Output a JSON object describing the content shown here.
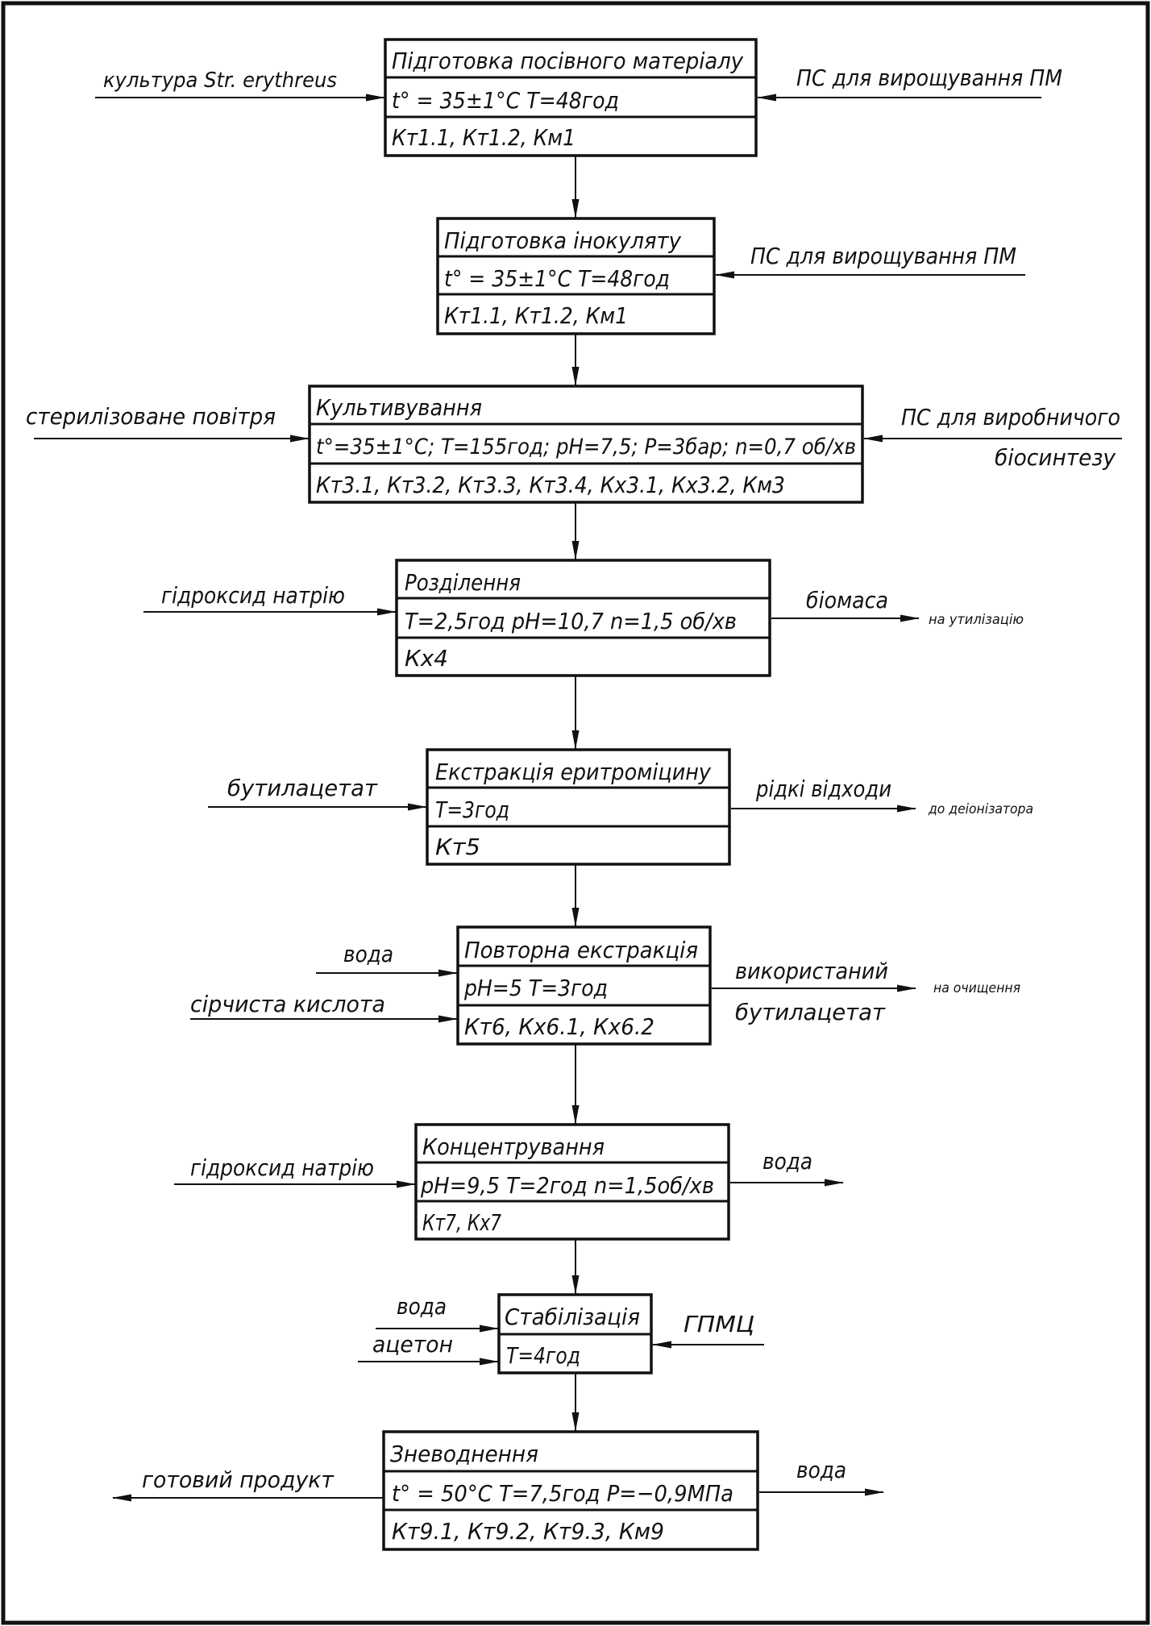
{
  "steps": [
    {
      "id": "s1",
      "title": "Підготовка посівного матеріалу",
      "params": "t° = 35±1°C   T=48год",
      "controls": "Кт1.1, Кт1.2, Км1"
    },
    {
      "id": "s2",
      "title": "Підготовка інокуляту",
      "params": "t° = 35±1°C   T=48год",
      "controls": "Кт1.1, Кт1.2, Км1"
    },
    {
      "id": "s3",
      "title": "Культивування",
      "params": "t°=35±1°C;  T=155год; pH=7,5;  P=3бар;  n=0,7 об/хв",
      "controls": "Кт3.1, Кт3.2, Кт3.3, Кт3.4, Кх3.1, Кх3.2, Км3"
    },
    {
      "id": "s4",
      "title": "Розділення",
      "params": "T=2,5год  pH=10,7   n=1,5 об/хв",
      "controls": "Кх4"
    },
    {
      "id": "s5",
      "title": "Екстракція еритроміцину",
      "params": "T=3год",
      "controls": "Кт5"
    },
    {
      "id": "s6",
      "title": "Повторна екстракція",
      "params": "pH=5   T=3год",
      "controls": "Кт6, Кх6.1, Кх6.2"
    },
    {
      "id": "s7",
      "title": "Концентрування",
      "params": "pH=9,5   T=2год   n=1,5об/хв",
      "controls": "Кт7, Кх7"
    },
    {
      "id": "s8",
      "title": "Стабілізація",
      "params": "T=4год",
      "controls": ""
    },
    {
      "id": "s9",
      "title": "Зневоднення",
      "params": "t° = 50°C   T=7,5год   P=−0,9МПа",
      "controls": "Кт9.1, Кт9.2, Кт9.3, Км9"
    }
  ],
  "flows": {
    "s1_in_left": "культура Str. erythreus",
    "s1_in_right": "ПС для вирощування ПМ",
    "s2_in_right": "ПС для вирощування ПМ",
    "s3_in_left": "стерилізоване повітря",
    "s3_in_right_line1": "ПС для виробничого",
    "s3_in_right_line2": "біосинтезу",
    "s4_in_left": "гідроксид натрію",
    "s4_out_right": "біомаса",
    "s4_out_dest": "на утилізацію",
    "s5_in_left": "бутилацетат",
    "s5_out_right": "рідкі відходи",
    "s5_out_dest": "до деіонізатора",
    "s6_in_left_1": "вода",
    "s6_in_left_2": "сірчиста кислота",
    "s6_out_right_line1": "використаний",
    "s6_out_right_line2": "бутилацетат",
    "s6_out_dest": "на очищення",
    "s7_in_left": "гідроксид натрію",
    "s7_out_right": "вода",
    "s8_in_left_1": "вода",
    "s8_in_left_2": "ацетон",
    "s8_in_right": "ГПМЦ",
    "s9_out_left": "готовий продукт",
    "s9_out_right": "вода"
  }
}
